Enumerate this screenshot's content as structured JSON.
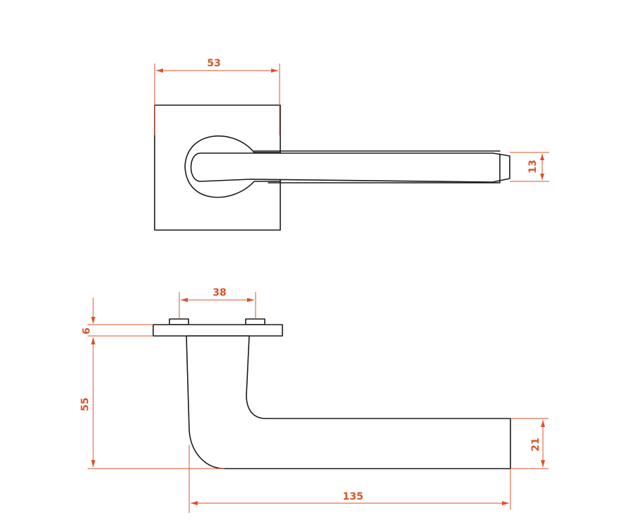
{
  "dimensions": {
    "rose_width": "53",
    "lever_thickness": "13",
    "screw_spacing": "38",
    "rose_depth": "6",
    "handle_height": "55",
    "grip_height": "21",
    "handle_length": "135"
  },
  "colors": {
    "outline": "#1a1a1a",
    "dimension": "#d9532b",
    "background": "#ffffff"
  }
}
